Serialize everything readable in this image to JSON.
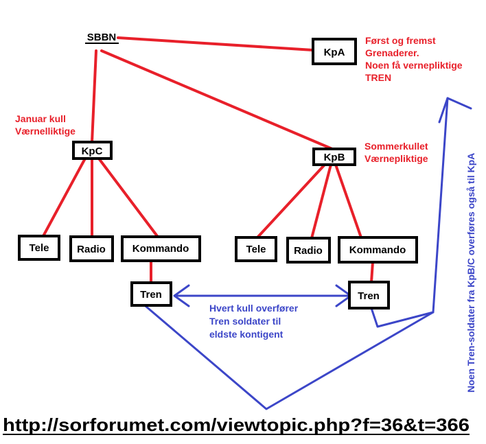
{
  "nodes": {
    "sbbn": "SBBN",
    "kpa": "KpA",
    "kpc": "KpC",
    "kpb": "KpB",
    "kpc_tele": "Tele",
    "kpc_radio": "Radio",
    "kpc_kommando": "Kommando",
    "kpc_tren": "Tren",
    "kpb_tele": "Tele",
    "kpb_radio": "Radio",
    "kpb_kommando": "Kommando",
    "kpb_tren": "Tren"
  },
  "annotations": {
    "kpa_note": [
      "Først og fremst",
      "Grenaderer.",
      "Noen få vernepliktige",
      "TREN"
    ],
    "kpc_note": [
      "Januar kull",
      "Værnelliktige"
    ],
    "kpb_note": [
      "Sommerkullet",
      "Værnepliktige"
    ],
    "transfer_note": [
      "Hvert kull overfører",
      "Tren soldater til",
      "eldste kontigent"
    ],
    "vertical_note": "Noen Tren-soldater fra KpB/C overføres også til KpA"
  },
  "url": "http://sorforumet.com/viewtopic.php?f=36&t=366",
  "colors": {
    "red": "#e8202a",
    "blue": "#3c46c8",
    "black": "#000000"
  }
}
